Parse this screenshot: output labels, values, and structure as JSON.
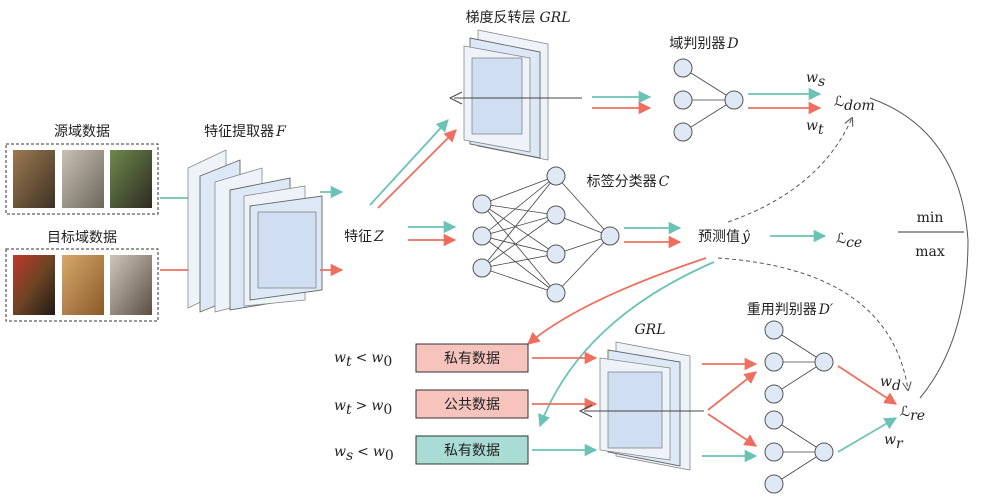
{
  "labels": {
    "source_data": "源域数据",
    "target_data": "目标域数据",
    "feature_extractor": "特征提取器",
    "feature_extractor_sym": "F",
    "feature": "特征",
    "feature_sym": "Z",
    "grl_top": "梯度反转层",
    "grl_top_sym": "GRL",
    "domain_disc": "域判别器",
    "domain_disc_sym": "D",
    "label_classifier": "标签分类器",
    "label_classifier_sym": "C",
    "prediction": "预测值",
    "prediction_sym": "ŷ",
    "grl_bottom": "GRL",
    "reuse_disc": "重用判别器",
    "reuse_disc_sym": "D′",
    "min": "min",
    "max": "max"
  },
  "losses": {
    "dom_main": "ℒ",
    "dom_sub": "dom",
    "ce_main": "ℒ",
    "ce_sub": "ce",
    "re_main": "ℒ",
    "re_sub": "re"
  },
  "weights": {
    "ws": "w",
    "ws_sub": "s",
    "wt": "w",
    "wt_sub": "t",
    "wd": "w",
    "wd_sub": "d",
    "wr": "w",
    "wr_sub": "r"
  },
  "boxes": [
    {
      "label": "私有数据",
      "cond_w": "w",
      "cond_sub": "t",
      "cond_op": "<",
      "cond_rhs": "w",
      "cond_rhs_sub": "0",
      "color": "#f6c3bd"
    },
    {
      "label": "公共数据",
      "cond_w": "w",
      "cond_sub": "t",
      "cond_op": ">",
      "cond_rhs": "w",
      "cond_rhs_sub": "0",
      "color": "#f6c3bd"
    },
    {
      "label": "私有数据",
      "cond_w": "w",
      "cond_sub": "s",
      "cond_op": "<",
      "cond_rhs": "w",
      "cond_rhs_sub": "0",
      "color": "#a9dcd4"
    }
  ],
  "colors": {
    "source_arrow": "#6cc3b5",
    "target_arrow": "#ee6f5f",
    "node_fill": "#dfe9f6",
    "plate_fill": "#dde8f6"
  },
  "images": {
    "source": [
      "dog-photo",
      "cat-photo",
      "raccoon-photo"
    ],
    "target": [
      "german-shepherd-photo",
      "dog-photo",
      "wolf-photo"
    ]
  }
}
